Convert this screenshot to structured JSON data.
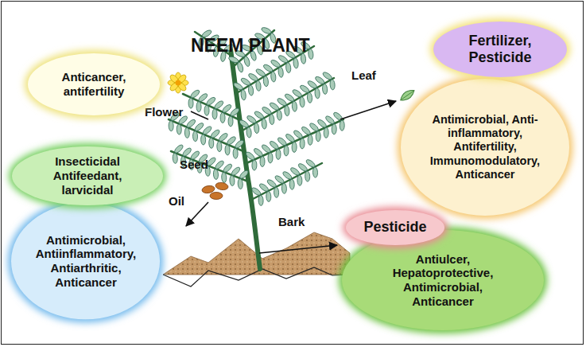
{
  "diagram": {
    "title": "NEEM PLANT",
    "nodes": [
      {
        "text": [
          "Anticancer, antifertility"
        ]
      },
      {
        "text": [
          "Fertilizer, Pesticide"
        ]
      },
      {
        "text": [
          "Antimicrobial, Anti-inflammatory, Antifertility, Immunomodulatory, Anticancer"
        ]
      },
      {
        "text": [
          "Insecticidal Antifeedant, larvicidal"
        ]
      },
      {
        "text": [
          "Antimicrobial, Antiinflammatory, Antiarthritic, Anticancer"
        ]
      },
      {
        "text": [
          "Pesticide"
        ]
      },
      {
        "text": [
          "Antiulcer, Hepatoprotective, Antimicrobial, Anticancer"
        ]
      }
    ],
    "labels": [
      "Flower",
      "Leaf",
      "Seed",
      "Oil",
      "Bark"
    ]
  }
}
